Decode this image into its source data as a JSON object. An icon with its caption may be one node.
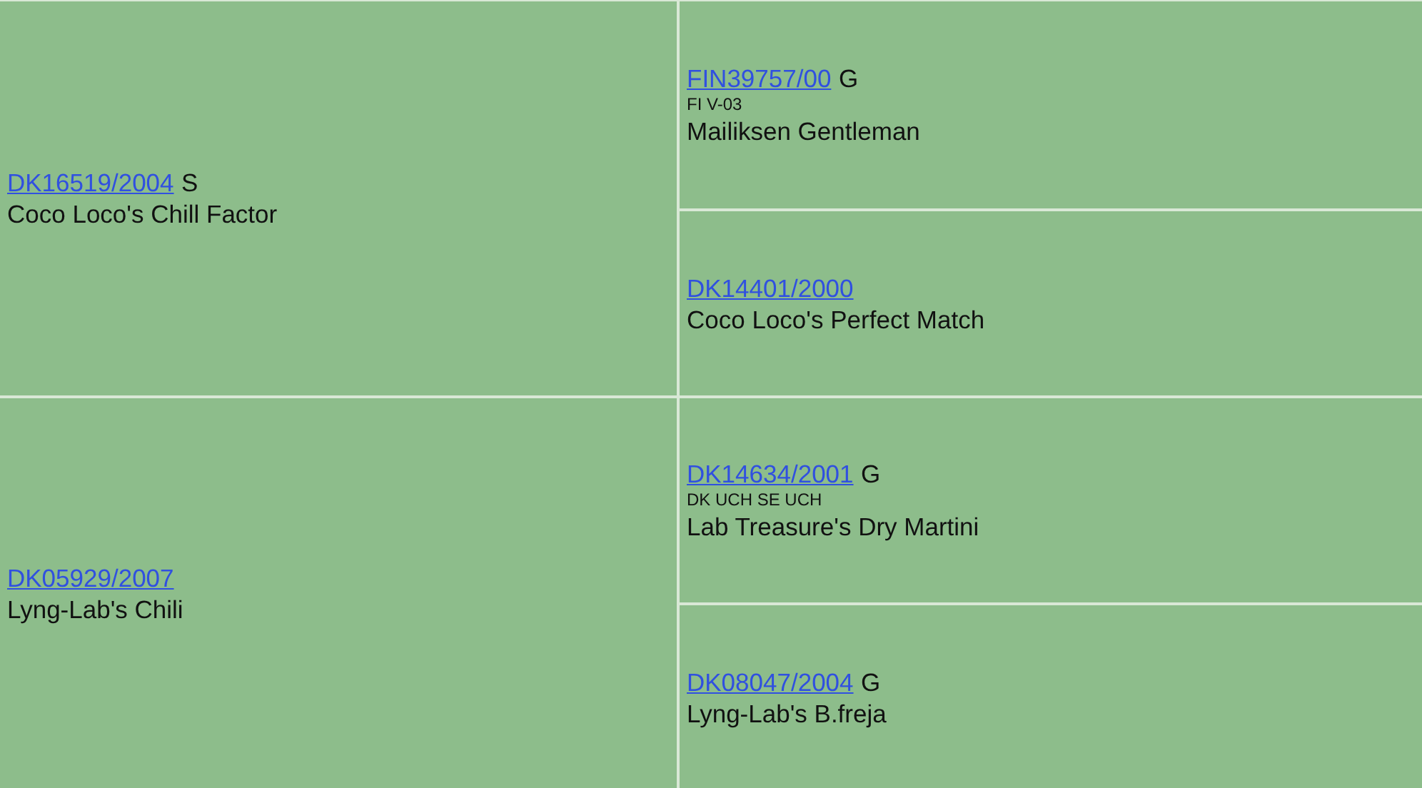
{
  "diagram": {
    "nodes": [
      {
        "text": [
          "DK16519/2004",
          "S",
          "Coco Loco's Chill Factor"
        ]
      },
      {
        "text": [
          "FIN39757/00",
          "G",
          "FI V-03",
          "Mailiksen Gentleman"
        ]
      },
      {
        "text": [
          "DK14401/2000",
          "Coco Loco's Perfect Match"
        ]
      },
      {
        "text": [
          "DK05929/2007",
          "Lyng-Lab's Chili"
        ]
      },
      {
        "text": [
          "DK14634/2001",
          "G",
          "DK UCH SE UCH",
          "Lab Treasure's Dry Martini"
        ]
      },
      {
        "text": [
          "DK08047/2004",
          "G",
          "Lyng-Lab's B.freja"
        ]
      }
    ]
  }
}
